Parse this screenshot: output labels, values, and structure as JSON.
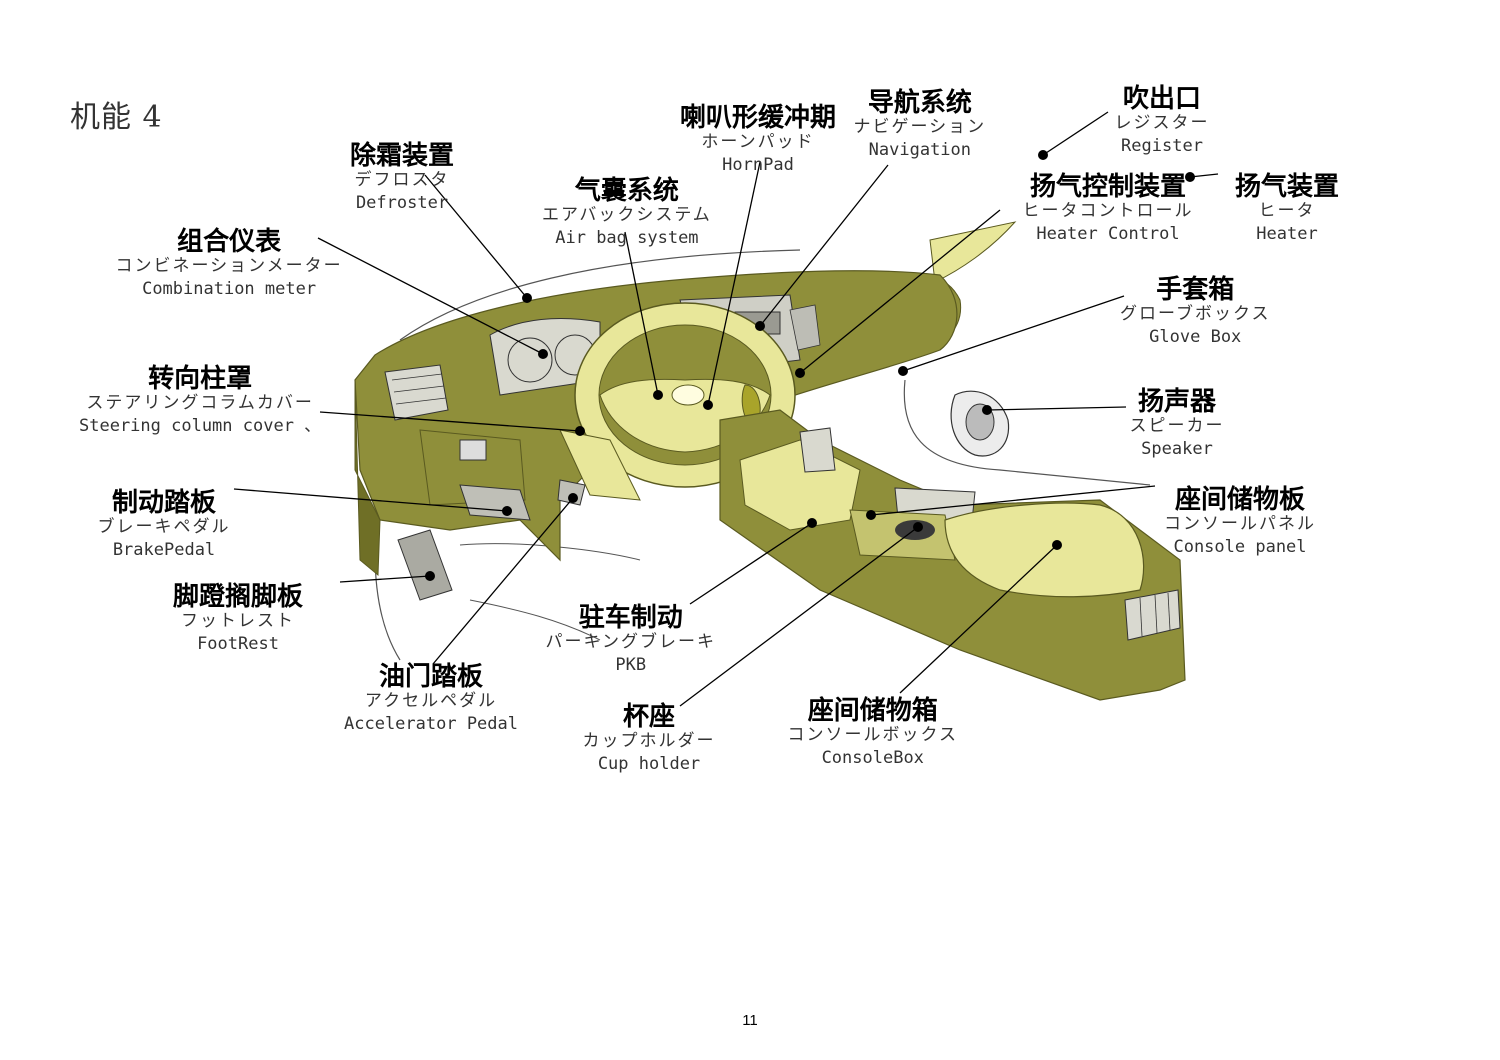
{
  "page": {
    "title": "机能 4",
    "page_number": "11"
  },
  "colors": {
    "body_olive": "#8f8f3a",
    "body_olive_dark": "#6f6f26",
    "trim_light_yellow": "#e8e79a",
    "trim_stroke": "#5a5a20",
    "leader_line": "#000000"
  },
  "callouts": [
    {
      "id": "defroster",
      "zh": "除霜装置",
      "ja": "デフロスタ",
      "en": "Defroster"
    },
    {
      "id": "airbag",
      "zh": "气囊系统",
      "ja": "エアバックシステム",
      "en": "Air bag system"
    },
    {
      "id": "hornpad",
      "zh": "喇叭形缓冲期",
      "ja": "ホーンパッド",
      "en": "HornPad"
    },
    {
      "id": "navigation",
      "zh": "导航系统",
      "ja": "ナビゲーション",
      "en": "Navigation"
    },
    {
      "id": "register",
      "zh": "吹出口",
      "ja": "レジスター",
      "en": "Register"
    },
    {
      "id": "heater-control",
      "zh": "扬气控制装置",
      "ja": "ヒータコントロール",
      "en": "Heater Control"
    },
    {
      "id": "heater",
      "zh": "扬气装置",
      "ja": "ヒータ",
      "en": "Heater"
    },
    {
      "id": "combination-meter",
      "zh": "组合仪表",
      "ja": "コンビネーションメーター",
      "en": "Combination meter"
    },
    {
      "id": "glove-box",
      "zh": "手套箱",
      "ja": "グローブボックス",
      "en": "Glove Box"
    },
    {
      "id": "steering-cover",
      "zh": "转向柱罩",
      "ja": "ステアリングコラムカバー",
      "en": "Steering column cover 、"
    },
    {
      "id": "speaker",
      "zh": "扬声器",
      "ja": "スピーカー",
      "en": "Speaker"
    },
    {
      "id": "brake-pedal",
      "zh": "制动踏板",
      "ja": "ブレーキペダル",
      "en": "BrakePedal"
    },
    {
      "id": "console-panel",
      "zh": "座间储物板",
      "ja": "コンソールパネル",
      "en": "Console panel"
    },
    {
      "id": "footrest",
      "zh": "脚蹬搁脚板",
      "ja": "フットレスト",
      "en": "FootRest"
    },
    {
      "id": "pkb",
      "zh": "驻车制动",
      "ja": "パーキングブレーキ",
      "en": "PKB"
    },
    {
      "id": "accelerator",
      "zh": "油门踏板",
      "ja": "アクセルペダル",
      "en": "Accelerator Pedal"
    },
    {
      "id": "cup-holder",
      "zh": "杯座",
      "ja": "カップホルダー",
      "en": "Cup holder"
    },
    {
      "id": "console-box",
      "zh": "座间储物箱",
      "ja": "コンソールボックス",
      "en": "ConsoleBox"
    }
  ]
}
